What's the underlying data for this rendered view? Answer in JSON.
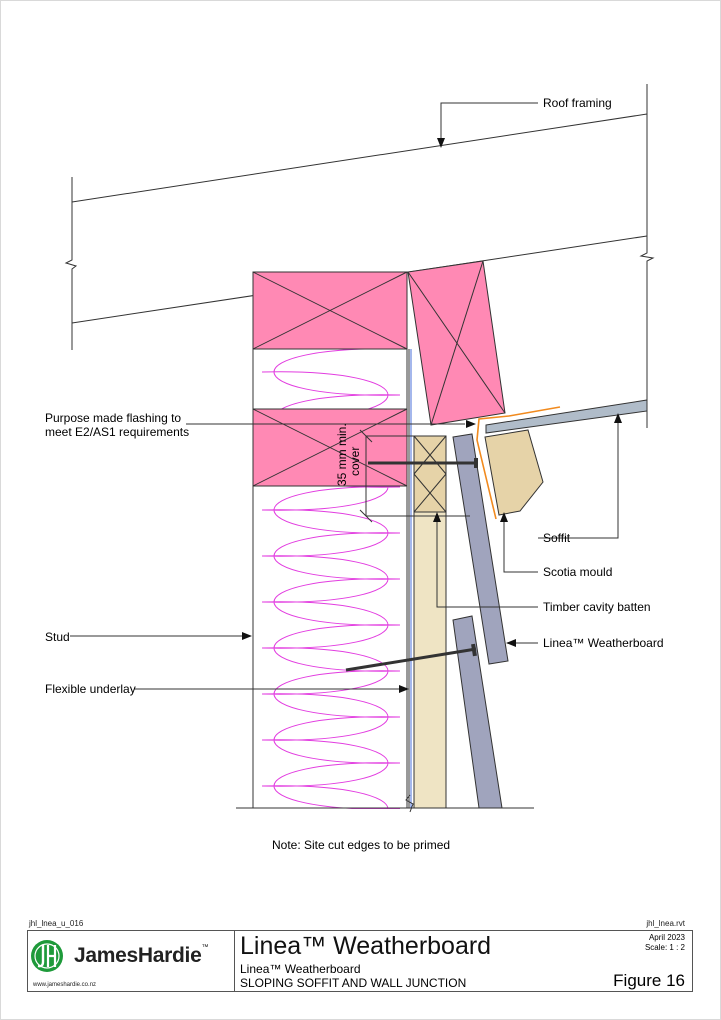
{
  "drawing": {
    "labels": {
      "roof_framing": "Roof framing",
      "flashing_line1": "Purpose made flashing to",
      "flashing_line2": "meet E2/AS1 requirements",
      "cover_line1": "35 mm min.",
      "cover_line2": "cover",
      "soffit": "Soffit",
      "scotia_mould": "Scotia mould",
      "timber_cavity_batten": "Timber cavity batten",
      "weatherboard": "Linea™ Weatherboard",
      "stud": "Stud",
      "flexible_underlay": "Flexible underlay"
    },
    "note": "Note: Site cut edges to be primed"
  },
  "footer": {
    "drawing_ref": "jhl_lnea_u_016",
    "file_name": "jhl_lnea.rvt",
    "brand": "JamesHardie",
    "brand_tm": "™",
    "website": "www.jameshardie.co.nz",
    "title": "Linea™ Weatherboard",
    "subtitle": "Linea™ Weatherboard",
    "detail_name": "SLOPING SOFFIT AND WALL JUNCTION",
    "date": "April 2023",
    "scale": "Scale: 1 : 2",
    "figure": "Figure 16"
  },
  "colors": {
    "timber_pink": "#ff89b4",
    "batten_tan": "#e6d3a8",
    "weatherboard_grey": "#a0a4bd",
    "soffit_grey": "#b0bcc9",
    "insulation_magenta": "#e23ce0",
    "flashing_orange": "#f18a1e",
    "cavity_blue": "#4a6fd8",
    "logo_green": "#1e9a3a"
  }
}
